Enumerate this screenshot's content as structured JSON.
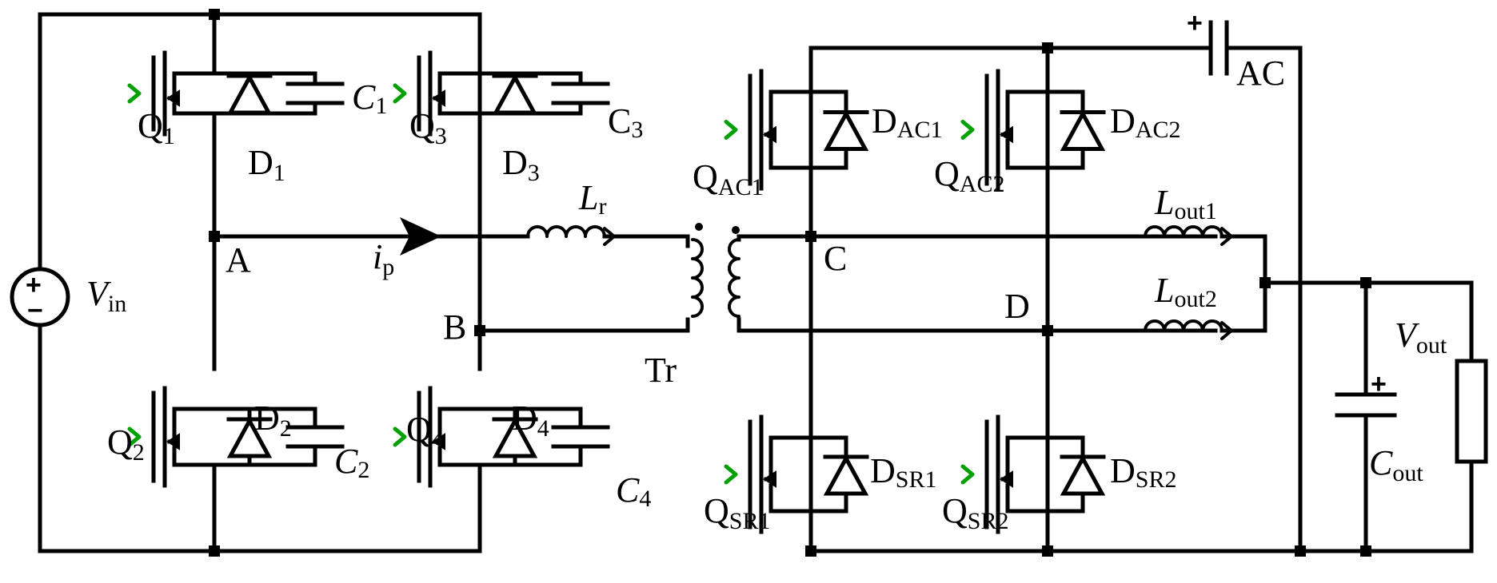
{
  "labels": {
    "q1": {
      "main": "Q",
      "sub": "1"
    },
    "q2": {
      "main": "Q",
      "sub": "2"
    },
    "q3": {
      "main": "Q",
      "sub": "3"
    },
    "q4": {
      "main": "Q",
      "sub": "4"
    },
    "d1": {
      "main": "D",
      "sub": "1"
    },
    "d2": {
      "main": "D",
      "sub": "2"
    },
    "d3": {
      "main": "D",
      "sub": "3"
    },
    "d4": {
      "main": "D",
      "sub": "4"
    },
    "c1": {
      "main": "C",
      "sub": "1"
    },
    "c2": {
      "main": "C",
      "sub": "2"
    },
    "c3": {
      "main": "C",
      "sub": "3"
    },
    "c4": {
      "main": "C",
      "sub": "4"
    },
    "vin": {
      "main": "V",
      "sub": "in"
    },
    "node_a": "A",
    "node_b": "B",
    "node_c": "C",
    "node_d": "D",
    "ip": {
      "main": "i",
      "sub": "p"
    },
    "lr": {
      "main": "L",
      "sub": "r"
    },
    "tr": "Tr",
    "qac1": {
      "main": "Q",
      "sub": "AC1"
    },
    "qac2": {
      "main": "Q",
      "sub": "AC2"
    },
    "dac1": {
      "main": "D",
      "sub": "AC1"
    },
    "dac2": {
      "main": "D",
      "sub": "AC2"
    },
    "qsr1": {
      "main": "Q",
      "sub": "SR1"
    },
    "qsr2": {
      "main": "Q",
      "sub": "SR2"
    },
    "dsr1": {
      "main": "D",
      "sub": "SR1"
    },
    "dsr2": {
      "main": "D",
      "sub": "SR2"
    },
    "cac": "AC",
    "lout1": {
      "main": "L",
      "sub": "out1"
    },
    "lout2": {
      "main": "L",
      "sub": "out2"
    },
    "cout": {
      "main": "C",
      "sub": "out"
    },
    "vout": {
      "main": "V",
      "sub": "out"
    },
    "plus": "+",
    "minus": "−"
  },
  "colors": {
    "wire": "#000000",
    "gate_marker": "#00a000"
  }
}
